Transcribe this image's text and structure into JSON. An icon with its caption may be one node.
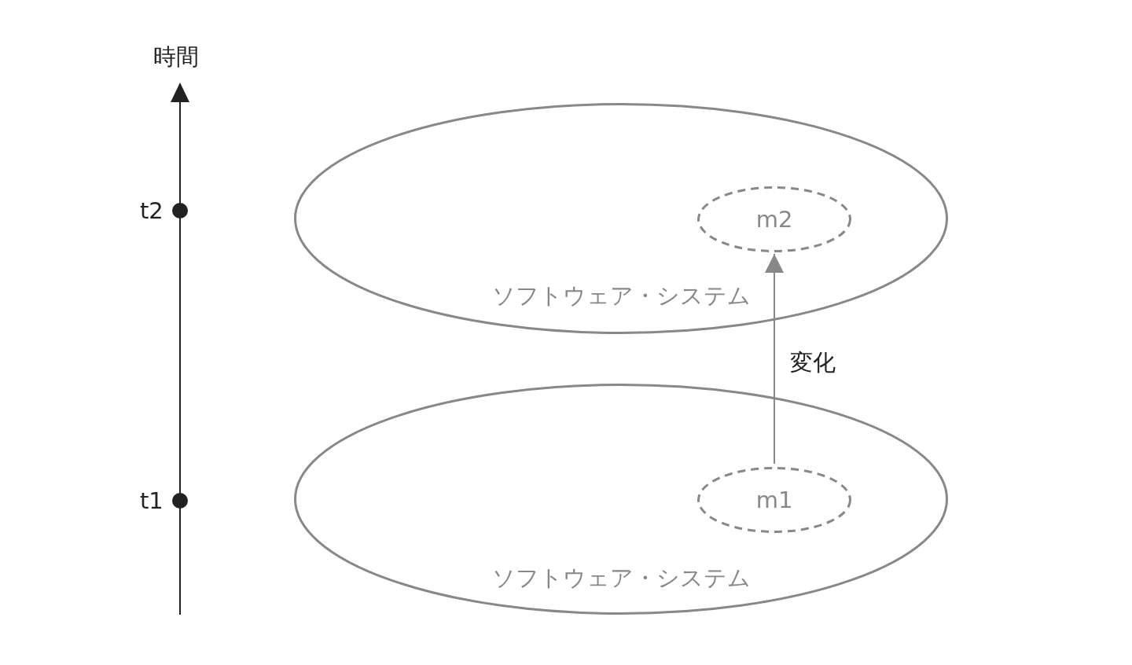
{
  "diagram": {
    "nodes": [
      {
        "text": [
          "ソフトウェア・システム"
        ]
      },
      {
        "text": [
          "m2"
        ],
        "in": 0
      },
      {
        "text": [
          "ソフトウェア・システム"
        ]
      },
      {
        "text": [
          "m1"
        ],
        "in": 2
      }
    ],
    "edges": [
      {
        "from": 3,
        "to": 1,
        "arrow": "to",
        "label": "変化"
      }
    ],
    "labels": [
      "時間",
      "t2",
      "t1"
    ]
  }
}
